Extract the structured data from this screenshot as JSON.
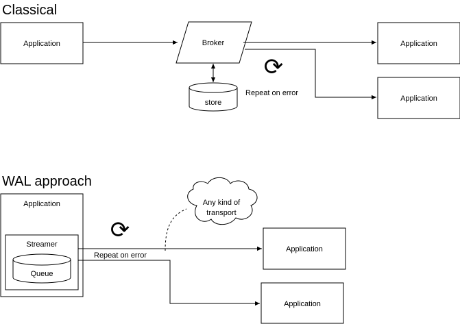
{
  "sections": {
    "classical": {
      "title": "Classical",
      "source_app": "Application",
      "broker": "Broker",
      "store": "store",
      "target_app_1": "Application",
      "target_app_2": "Application",
      "retry_label": "Repeat on error",
      "retry_icon": "cycle-arrow-icon"
    },
    "wal": {
      "title": "WAL approach",
      "source_app": "Application",
      "streamer": "Streamer",
      "queue": "Queue",
      "transport_cloud_line1": "Any kind of",
      "transport_cloud_line2": "transport",
      "target_app_1": "Application",
      "target_app_2": "Application",
      "retry_label": "Repeat on error",
      "retry_icon": "cycle-arrow-icon"
    }
  }
}
